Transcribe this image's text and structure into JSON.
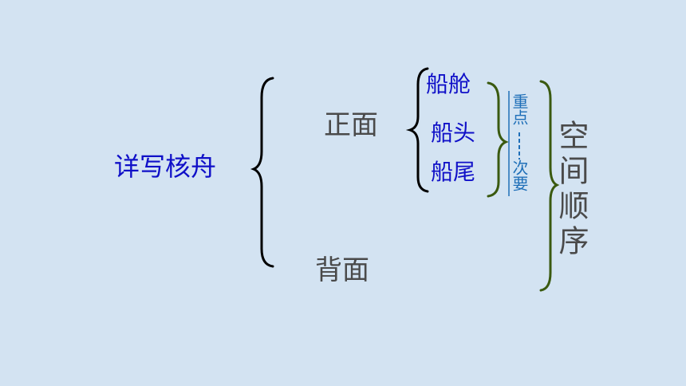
{
  "root": "详写核舟",
  "branches": {
    "front": "正面",
    "back": "背面"
  },
  "front_parts": [
    "船舱",
    "船头",
    "船尾"
  ],
  "importance": {
    "top": "重点",
    "bottom": "次要"
  },
  "order": "空间顺序",
  "colors": {
    "background": "#d3e3f2",
    "root_text": "#1010c8",
    "parts_text": "#1010c8",
    "branch_text": "#4a4a4a",
    "importance_text": "#1f6fb8",
    "green_brace": "#3a5a10"
  }
}
